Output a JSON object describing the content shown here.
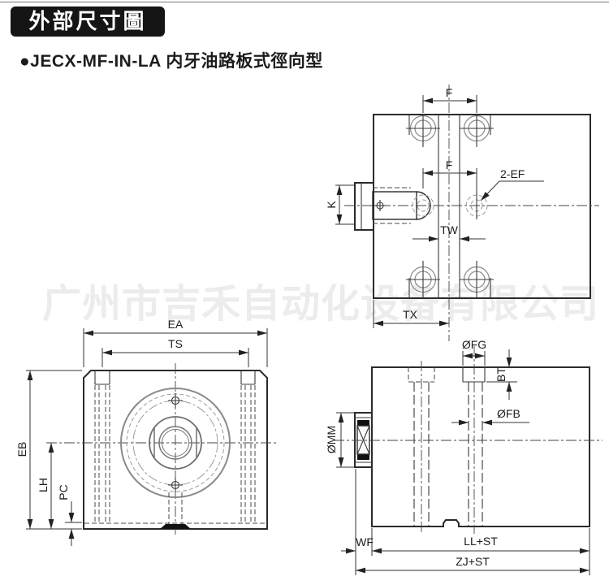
{
  "header": {
    "title": "外部尺寸圖",
    "subtitle": "●JECX-MF-IN-LA 内牙油路板式徑向型"
  },
  "watermark": {
    "text": "广州市吉禾自动化设备有限公司"
  },
  "colors": {
    "line": "#2b2b2b",
    "secondary_line": "#8a8a8a",
    "watermark": "#ececec",
    "title_bg": "#151515",
    "title_text": "#ffffff"
  },
  "views": {
    "top": {
      "name": "top-view-oil-port-face",
      "labels": {
        "f_top": "F",
        "f_mid": "F",
        "two_ef": "2-EF",
        "k": "K",
        "tw": "TW",
        "tx": "TX"
      }
    },
    "front": {
      "name": "front-view-bore-face",
      "labels": {
        "ea": "EA",
        "ts": "TS",
        "eb": "EB",
        "lh": "LH",
        "pc": "PC"
      }
    },
    "side": {
      "name": "side-view-rod-end",
      "labels": {
        "fg": "ØFG",
        "bt": "BT",
        "fb": "ØFB",
        "mm": "ØMM",
        "wf": "WF",
        "ll_st": "LL+ST",
        "zj_st": "ZJ+ST"
      }
    }
  }
}
